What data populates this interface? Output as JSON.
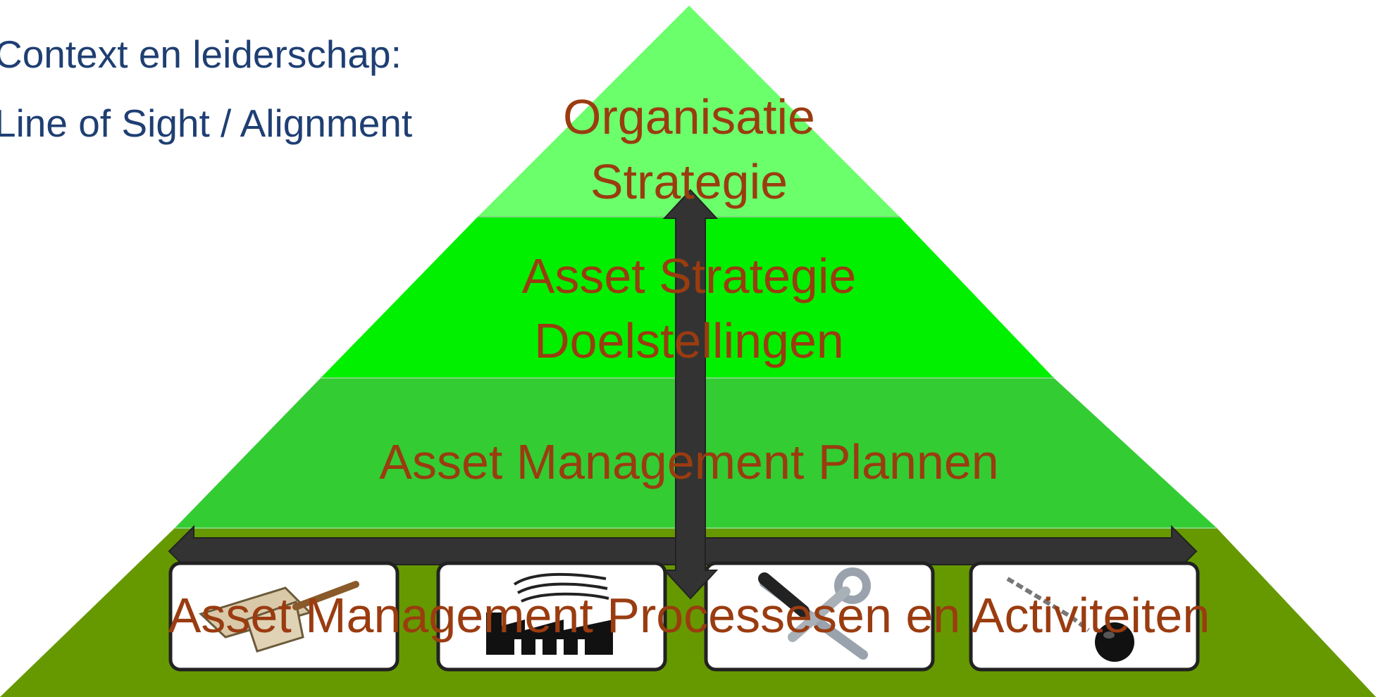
{
  "intro": {
    "line1": "Context en leiderschap:",
    "line2": "Line of Sight / Alignment"
  },
  "pyramid": {
    "tiers": [
      {
        "lines": [
          "Organisatie",
          "Strategie"
        ],
        "color": "#6cff6c"
      },
      {
        "lines": [
          "Asset Strategie",
          "Doelstellingen"
        ],
        "color": "#00f000"
      },
      {
        "lines": [
          "Asset Management Plannen"
        ],
        "color": "#33cc33"
      },
      {
        "lines": [
          "Asset Management Processesen en Activiteiten"
        ],
        "color": "#669900"
      }
    ],
    "activity_cards": [
      {
        "icon": "trowel-brick-icon"
      },
      {
        "icon": "factory-icon"
      },
      {
        "icon": "wrench-screwdriver-icon"
      },
      {
        "icon": "ball-and-chain-icon"
      }
    ],
    "arrow_color": "#333333",
    "text_color": "#9a3c10"
  }
}
